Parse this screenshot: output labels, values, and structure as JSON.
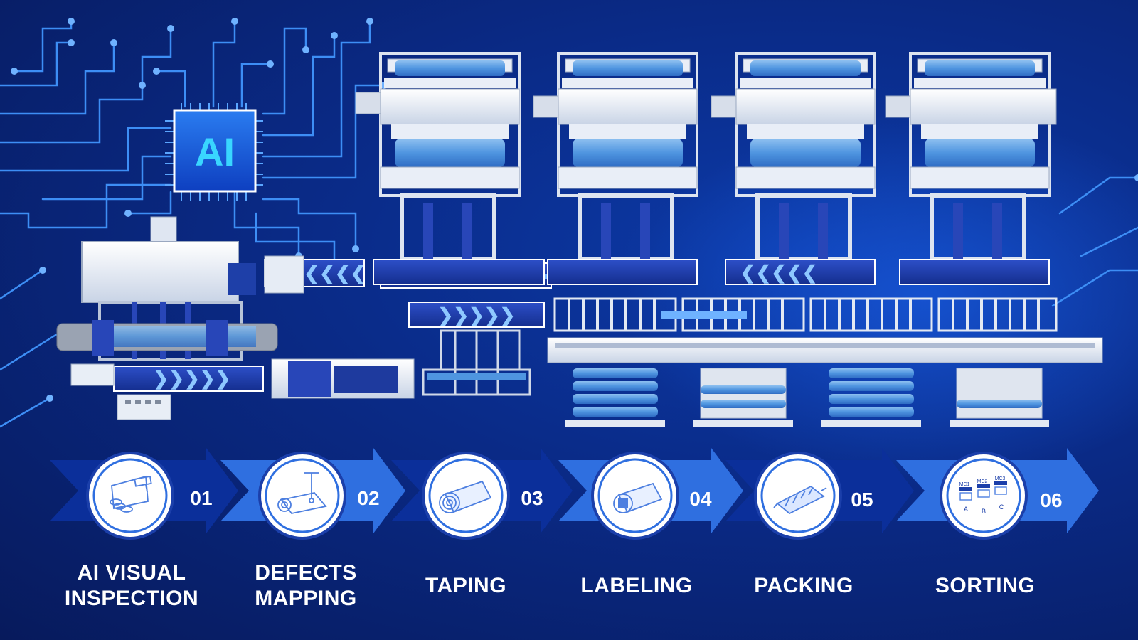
{
  "ai_chip": {
    "label": "AI"
  },
  "steps": [
    {
      "number": "01",
      "label_lines": [
        "AI VISUAL",
        "INSPECTION"
      ],
      "icon": "ai-inspection-icon"
    },
    {
      "number": "02",
      "label_lines": [
        "DEFECTS",
        "MAPPING"
      ],
      "icon": "defects-mapping-icon"
    },
    {
      "number": "03",
      "label_lines": [
        "TAPING"
      ],
      "icon": "taping-roll-icon"
    },
    {
      "number": "04",
      "label_lines": [
        "LABELING"
      ],
      "icon": "labeling-roll-icon"
    },
    {
      "number": "05",
      "label_lines": [
        "PACKING"
      ],
      "icon": "packing-icon"
    },
    {
      "number": "06",
      "label_lines": [
        "SORTING"
      ],
      "icon": "sorting-icon"
    }
  ],
  "sorting_icon_text": {
    "mc1": "MC1",
    "mc2": "MC2",
    "mc3": "MC3",
    "a": "A",
    "b": "B",
    "c": "C"
  },
  "colors": {
    "background": "#0a2a86",
    "arrow_dark": "#0b2f9a",
    "arrow_light": "#2f6fe0",
    "accent": "#3aa0ff",
    "circuit": "#3d8ef5",
    "text": "#ffffff"
  }
}
